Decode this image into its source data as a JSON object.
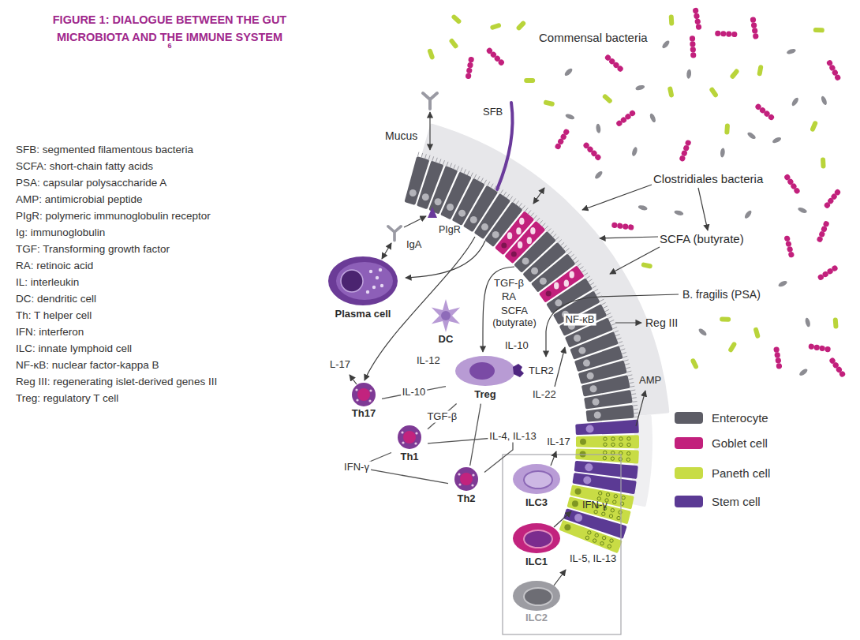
{
  "diagram": {
    "title": "FIGURE 1: DIALOGUE BETWEEN THE GUT MICROBIOTA AND THE IMMUNE SYSTEM",
    "nodes": [
      {
        "text": [
          "Plasma cell"
        ]
      },
      {
        "text": [
          "DC"
        ]
      },
      {
        "text": [
          "Treg"
        ]
      },
      {
        "text": [
          "Th17"
        ]
      },
      {
        "text": [
          "Th1"
        ]
      },
      {
        "text": [
          "Th2"
        ]
      },
      {
        "text": [
          "ILC3"
        ]
      },
      {
        "text": [
          "ILC1"
        ]
      },
      {
        "text": [
          "ILC2"
        ]
      }
    ],
    "edges": [
      {
        "from": 2,
        "to": 3,
        "label": "IL-10",
        "arrow": "none"
      },
      {
        "from": 2,
        "to": 4,
        "label": "TGF-β",
        "arrow": "none"
      },
      {
        "from": 2,
        "to": 5,
        "arrow": "none"
      },
      {
        "from": 4,
        "to": 5,
        "label": "IFN-γ",
        "arrow": "none"
      },
      {
        "from": 5,
        "to": 4,
        "label": "IL-4, IL-13",
        "arrow": "none"
      }
    ],
    "labels": [
      "6",
      "SFB: segmented filamentous bacteria",
      "SCFA: short-chain fatty acids",
      "PSA: capsular polysaccharide A",
      "AMP: antimicrobial peptide",
      "PIgR: polymeric immunoglobulin receptor",
      "Ig: immunoglobulin",
      "TGF: Transforming growth factor",
      "RA: retinoic acid",
      "IL: interleukin",
      "DC: dendritic cell",
      "Th: T helper cell",
      "IFN: interferon",
      "ILC: innate lymphoid cell",
      "NF-κB: nuclear factor-kappa B",
      "Reg III: regenerating islet-derived genes III",
      "Treg: regulatory T cell",
      "Commensal bacteria",
      "SFB",
      "Mucus",
      "Clostridiales bacteria",
      "SCFA (butyrate)",
      "PIgR",
      "IgA",
      "TGF-β",
      "RA",
      "SCFA (butyrate)",
      "NF-κB",
      "B. fragilis (PSA)",
      "Reg III",
      "IL-10",
      "IL-12",
      "TLR2",
      "IL-22",
      "AMP",
      "L-17",
      "IL-17",
      "IFN-γ",
      "IL-5, IL-13"
    ],
    "legend": [
      {
        "text": "Enterocyte",
        "color": "#5d5d66"
      },
      {
        "text": "Goblet cell",
        "color": "#c2207c"
      },
      {
        "text": "Paneth cell",
        "color": "#c8dc45"
      },
      {
        "text": "Stem cell",
        "color": "#5b3a94"
      }
    ]
  }
}
